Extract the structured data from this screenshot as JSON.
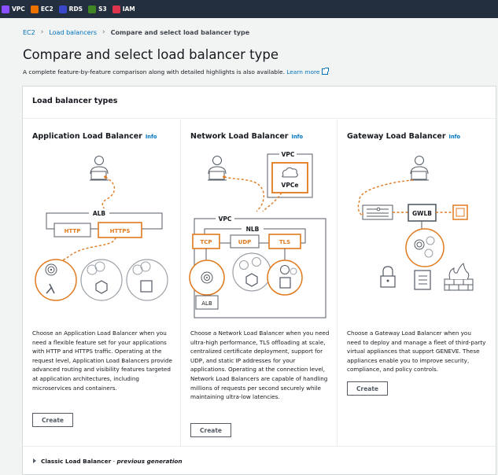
{
  "colors": {
    "accent": "#e07a1f",
    "link": "#0073bb",
    "gray": "#9aa0a6"
  },
  "services": [
    {
      "label": "VPC",
      "icon": "vpc-icon",
      "color": "#8c4fff"
    },
    {
      "label": "EC2",
      "icon": "ec2-icon",
      "color": "#ed7100"
    },
    {
      "label": "RDS",
      "icon": "rds-icon",
      "color": "#3b48cc"
    },
    {
      "label": "S3",
      "icon": "s3-icon",
      "color": "#3f8624"
    },
    {
      "label": "IAM",
      "icon": "iam-icon",
      "color": "#dd344c"
    }
  ],
  "breadcrumb": {
    "root": "EC2",
    "parent": "Load balancers",
    "current": "Compare and select load balancer type"
  },
  "page": {
    "title": "Compare and select load balancer type",
    "description": "A complete feature-by-feature comparison along with detailed highlights is also available.",
    "learn_more": "Learn more"
  },
  "section": {
    "title": "Load balancer types"
  },
  "columns": [
    {
      "title": "Application Load Balancer",
      "info": "Info",
      "description": "Choose an Application Load Balancer when you need a flexible feature set for your applications with HTTP and HTTPS traffic. Operating at the request level, Application Load Balancers provide advanced routing and visibility features targeted at application architectures, including microservices and containers.",
      "button": "Create",
      "diagram": {
        "group_label": "ALB",
        "listeners": [
          "HTTP",
          "HTTPS"
        ]
      }
    },
    {
      "title": "Network Load Balancer",
      "info": "Info",
      "description": "Choose a Network Load Balancer when you need ultra-high performance, TLS offloading at scale, centralized certificate deployment, support for UDP, and static IP addresses for your applications. Operating at the connection level, Network Load Balancers are capable of handling millions of requests per second securely while maintaining ultra-low latencies.",
      "button": "Create",
      "diagram": {
        "vpc_label": "VPC",
        "vpce_label": "VPCe",
        "group_label": "NLB",
        "listeners": [
          "TCP",
          "UDP",
          "TLS"
        ],
        "alb_label": "ALB"
      }
    },
    {
      "title": "Gateway Load Balancer",
      "info": "Info",
      "description": "Choose a Gateway Load Balancer when you need to deploy and manage a fleet of third-party virtual appliances that support GENEVE. These appliances enable you to improve security, compliance, and policy controls.",
      "button": "Create",
      "diagram": {
        "label": "GWLB"
      }
    }
  ],
  "classic": {
    "label": "Classic Load Balancer",
    "suffix": "previous generation"
  }
}
